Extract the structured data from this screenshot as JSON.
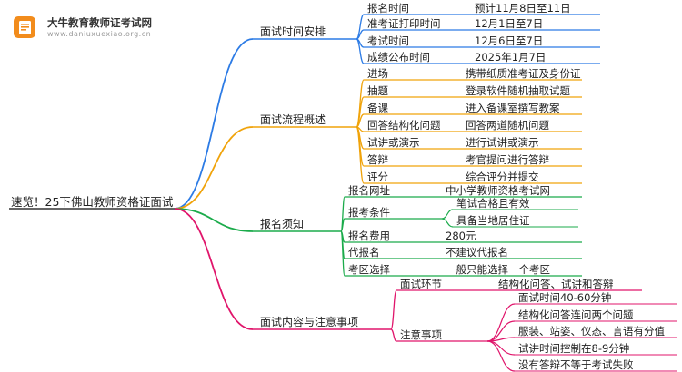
{
  "logo": {
    "name": "大牛教育教师证考试网",
    "url": "www.daniuxuexiao.org.cn"
  },
  "root": "速览！25下佛山教师资格证面试",
  "branches": [
    {
      "label": "面试时间安排",
      "color": "#2c7be5",
      "items": [
        {
          "label": "报名时间",
          "value": "预计11月8日至11日"
        },
        {
          "label": "准考证打印时间",
          "value": "12月1日至7日"
        },
        {
          "label": "考试时间",
          "value": "12月6日至7日"
        },
        {
          "label": "成绩公布时间",
          "value": "2025年1月7日"
        }
      ]
    },
    {
      "label": "面试流程概述",
      "color": "#f0a30a",
      "items": [
        {
          "label": "进场",
          "value": "携带纸质准考证及身份证"
        },
        {
          "label": "抽题",
          "value": "登录软件随机抽取试题"
        },
        {
          "label": "备课",
          "value": "进入备课室撰写教案"
        },
        {
          "label": "回答结构化问题",
          "value": "回答两道随机问题"
        },
        {
          "label": "试讲或演示",
          "value": "进行试讲或演示"
        },
        {
          "label": "答辩",
          "value": "考官提问进行答辩"
        },
        {
          "label": "评分",
          "value": "综合评分并提交"
        }
      ]
    },
    {
      "label": "报名须知",
      "color": "#1bab4b",
      "items": [
        {
          "label": "报名网址",
          "value": "中小学教师资格考试网"
        },
        {
          "label": "报考条件",
          "children": [
            "笔试合格且有效",
            "具备当地居住证"
          ]
        },
        {
          "label": "报名费用",
          "value": "280元"
        },
        {
          "label": "代报名",
          "value": "不建议代报名"
        },
        {
          "label": "考区选择",
          "value": "一般只能选择一个考区"
        }
      ]
    },
    {
      "label": "面试内容与注意事项",
      "color": "#e0156b",
      "items": [
        {
          "label": "面试环节",
          "value": "结构化问答、试讲和答辩"
        },
        {
          "label": "注意事项",
          "children": [
            "面试时间40-60分钟",
            "结构化问答连问两个问题",
            "服装、站姿、仪态、言语有分值",
            "试讲时间控制在8-9分钟",
            "没有答辩不等于考试失败"
          ]
        }
      ]
    }
  ]
}
